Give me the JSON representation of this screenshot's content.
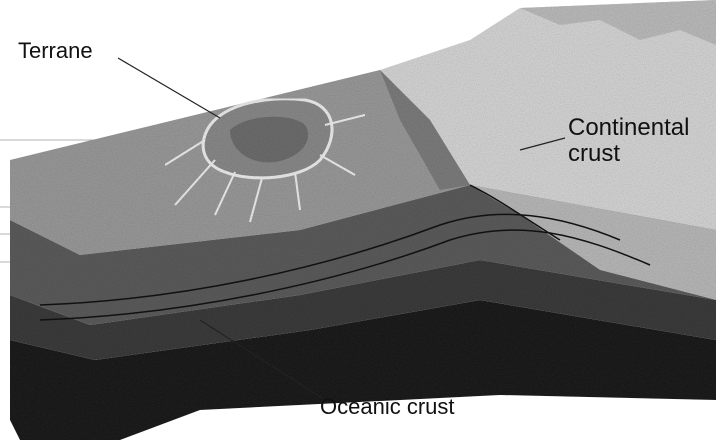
{
  "labels": {
    "terrane": "Terrane",
    "continental_line1": "Continental",
    "continental_line2": "crust",
    "oceanic": "Oceanic crust"
  },
  "colors": {
    "surface_light": "#d9d9d9",
    "surface_mid": "#a8a8a8",
    "front_dark": "#2a2a2a",
    "mantle_black": "#161616"
  }
}
